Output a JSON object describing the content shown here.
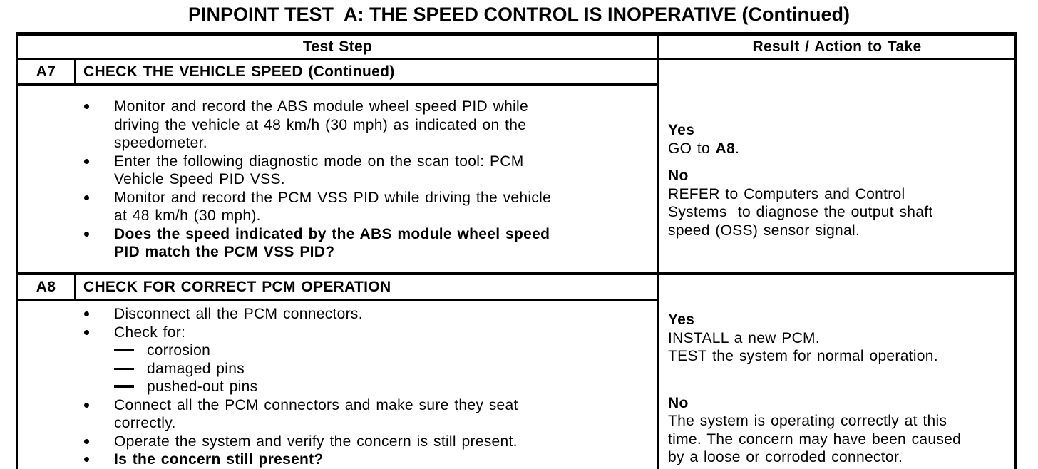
{
  "title": "PINPOINT TEST  A: THE SPEED CONTROL IS INOPERATIVE (Continued)",
  "table": {
    "headers": {
      "test_step": "Test Step",
      "result": "Result / Action to Take"
    },
    "steps": [
      {
        "id": "A7",
        "title": "CHECK THE VEHICLE SPEED (Continued)",
        "bullets": [
          "Monitor and record the ABS module wheel speed PID while\ndriving the vehicle at 48 km/h (30 mph) as indicated on the\nspeedometer.",
          "Enter the following diagnostic mode on the scan tool: PCM\nVehicle Speed PID VSS.",
          "Monitor and record the PCM VSS PID while driving the vehicle\nat 48 km/h (30 mph).",
          "Does the speed indicated by the ABS module wheel speed\nPID match the PCM VSS PID?"
        ],
        "result": {
          "yes_label": "Yes",
          "yes_prefix": "GO to ",
          "yes_ref": "A8",
          "yes_suffix": ".",
          "no_label": "No",
          "no_text": "REFER to Computers and Control\nSystems  to diagnose the output shaft\nspeed (OSS) sensor signal."
        }
      },
      {
        "id": "A8",
        "title": "CHECK FOR CORRECT PCM OPERATION",
        "bullets": [
          "Disconnect all the PCM connectors.",
          "Check for:",
          "Connect all the PCM connectors and make sure they seat\ncorrectly.",
          "Operate the system and verify the concern is still present.",
          "Is the concern still present?"
        ],
        "dash_items": [
          "corrosion",
          "damaged pins",
          "pushed-out pins"
        ],
        "result": {
          "yes_label": "Yes",
          "yes_text": "INSTALL a new PCM.\nTEST the system for normal operation.",
          "no_label": "No",
          "no_text": "The system is operating correctly at this\ntime. The concern may have been caused\nby a loose or corroded connector."
        }
      }
    ]
  }
}
